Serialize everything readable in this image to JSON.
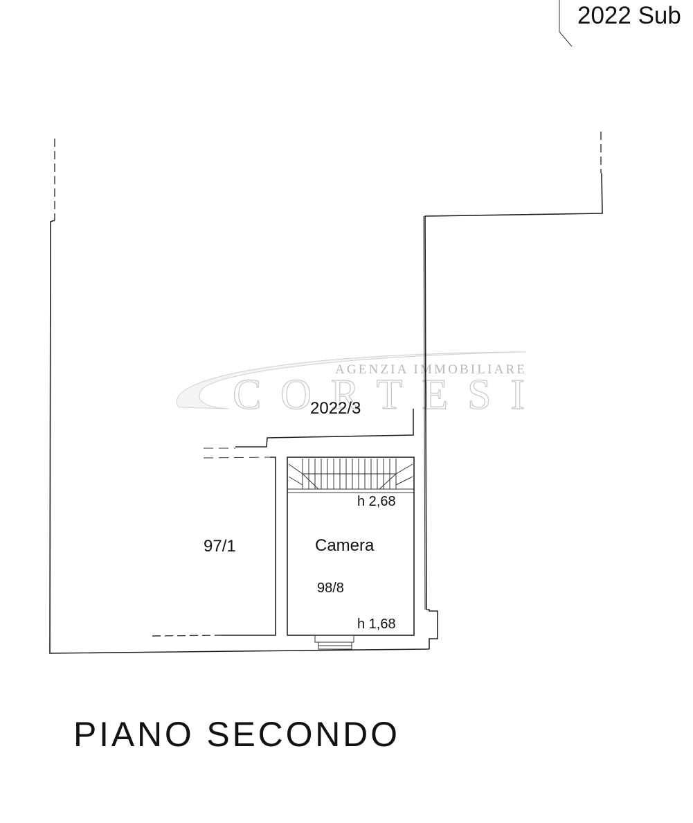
{
  "header_tag": "2022 Sub",
  "watermark": {
    "line1": "AGENZIA IMMOBILIARE",
    "line2": "CORTESI"
  },
  "parcels": {
    "upper": "2022/3",
    "left": "97/1",
    "room_id": "98/8"
  },
  "room": {
    "name": "Camera",
    "height_top": "h 2,68",
    "height_bottom": "h 1,68"
  },
  "floor_title": "PIANO SECONDO",
  "colors": {
    "line": "#222222",
    "watermark": "#c6c6c6",
    "background": "#ffffff"
  }
}
